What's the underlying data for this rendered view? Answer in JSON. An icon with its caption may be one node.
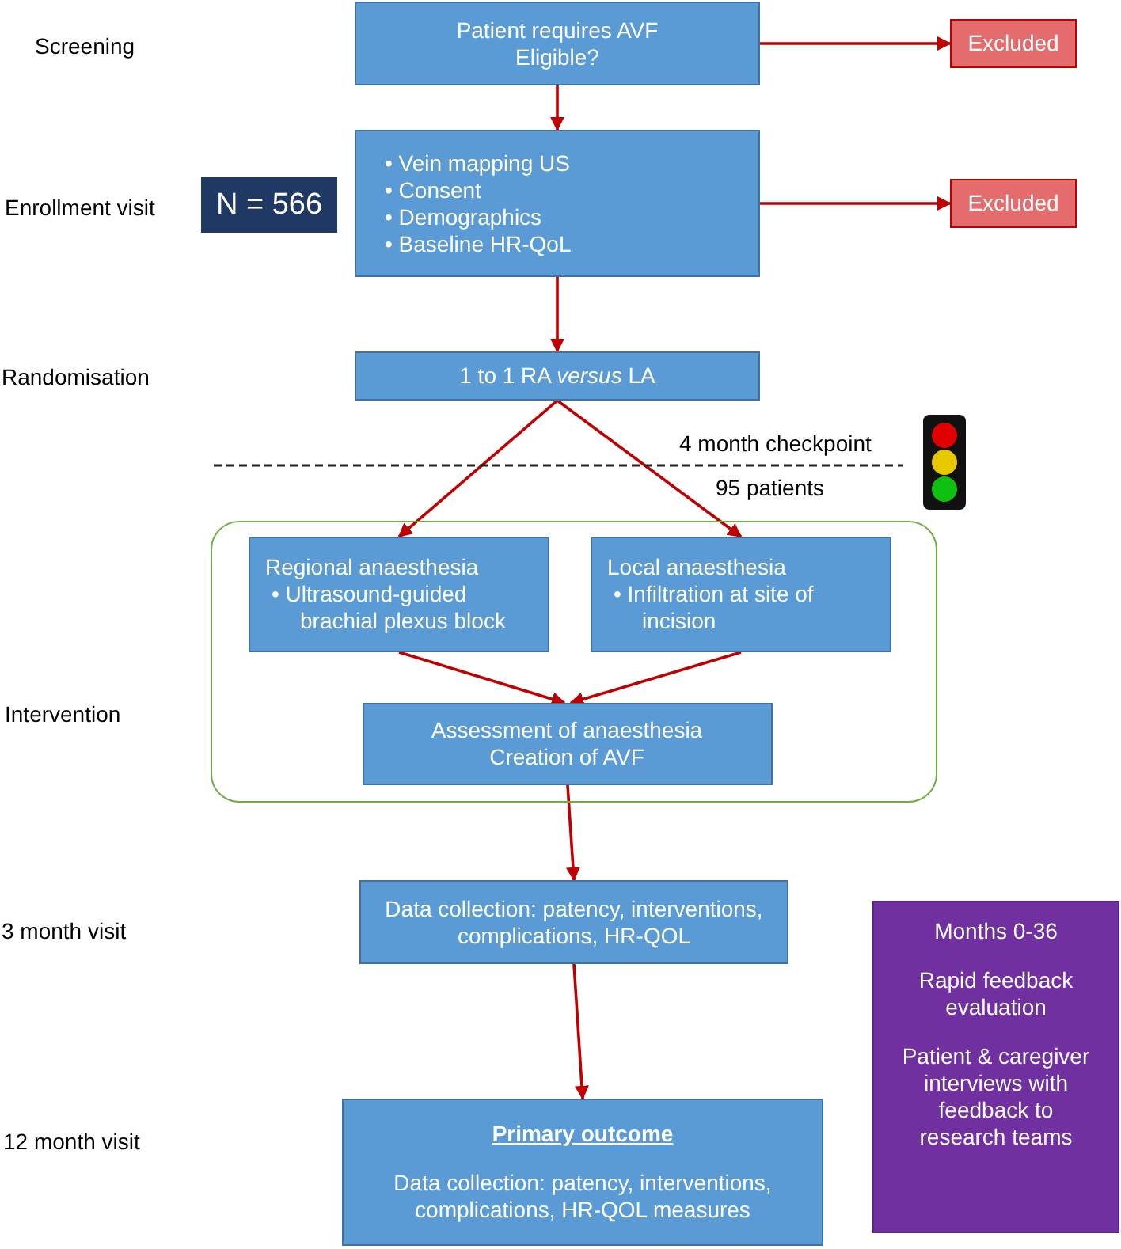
{
  "diagram": {
    "nodes": [
      {
        "text": [
          "Patient requires AVF",
          "Eligible?"
        ]
      },
      {
        "text": [
          "Excluded"
        ]
      },
      {
        "text": [
          "• Vein mapping US",
          "• Consent",
          "• Demographics",
          "• Baseline HR-QoL"
        ]
      },
      {
        "text": [
          "Excluded"
        ]
      },
      {
        "text": [
          "N = 566"
        ]
      },
      {
        "text": [
          "1 to 1 RA *versus* LA"
        ]
      },
      {
        "text": [],
        "shape": "box"
      },
      {
        "text": [
          "Regional anaesthesia",
          "• Ultrasound-guided brachial plexus block"
        ],
        "in": 6
      },
      {
        "text": [
          "Local anaesthesia",
          "• Infiltration at site of incision"
        ],
        "in": 6
      },
      {
        "text": [
          "Assessment of anaesthesia",
          "Creation of AVF"
        ],
        "in": 6
      },
      {
        "text": [
          "Data collection: patency, interventions, complications, HR-QOL"
        ]
      },
      {
        "text": [
          "Primary outcome",
          "Data collection: patency, interventions, complications, HR-QOL measures"
        ]
      },
      {
        "text": [
          "Months 0-36",
          "Rapid feedback evaluation",
          "Patient & caregiver interviews with feedback to research teams"
        ]
      }
    ],
    "edges": [
      {
        "from": 0,
        "to": 1,
        "arrow": "to"
      },
      {
        "from": 0,
        "to": 2,
        "arrow": "to"
      },
      {
        "from": 2,
        "to": 3,
        "arrow": "to"
      },
      {
        "from": 2,
        "to": 5,
        "arrow": "to"
      },
      {
        "from": 5,
        "to": 7,
        "arrow": "to"
      },
      {
        "from": 5,
        "to": 8,
        "arrow": "to"
      },
      {
        "from": 7,
        "to": 9,
        "arrow": "to"
      },
      {
        "from": 8,
        "to": 9,
        "arrow": "to"
      },
      {
        "from": 9,
        "to": 10,
        "arrow": "to"
      },
      {
        "from": 10,
        "to": 11,
        "arrow": "to"
      }
    ],
    "labels": [
      "Screening",
      "Enrollment visit",
      "Randomisation",
      "4 month checkpoint",
      "95 patients",
      "Intervention",
      "3 month visit",
      "12 month visit"
    ]
  }
}
